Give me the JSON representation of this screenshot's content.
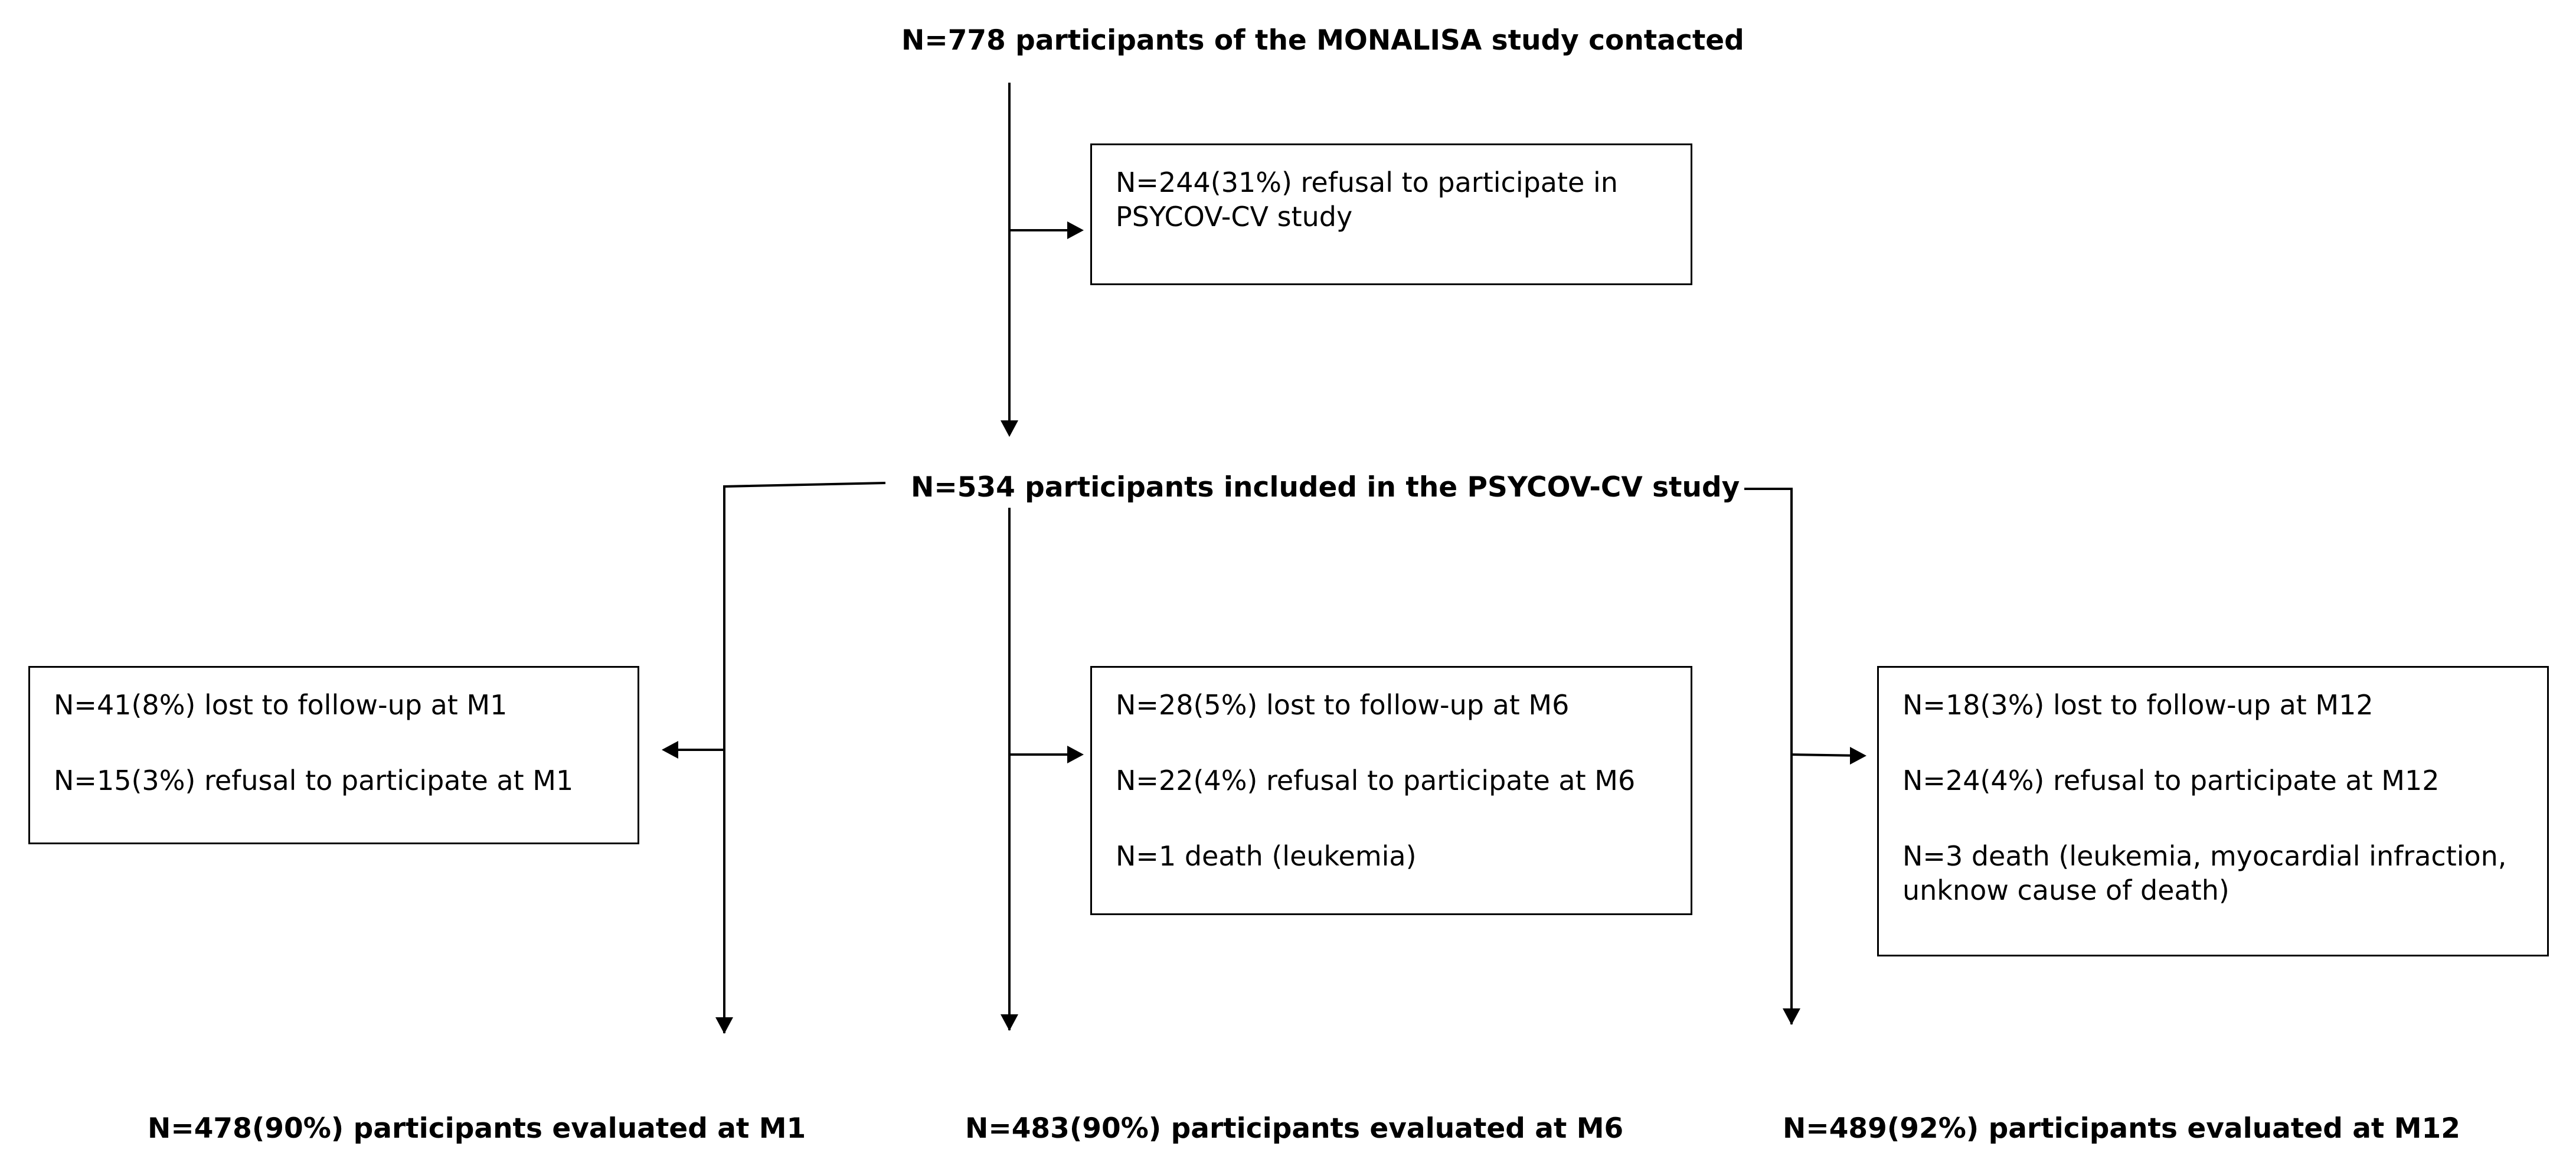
{
  "diagram": {
    "top": "N=778 participants of the MONALISA study contacted",
    "refusal_box": [
      "N=244(31%) refusal to participate in PSYCOV-CV study"
    ],
    "included": "N=534 participants included in the PSYCOV-CV study",
    "m1_box": [
      "N=41(8%) lost to follow-up at M1",
      "N=15(3%) refusal to participate at M1"
    ],
    "m6_box": [
      "N=28(5%) lost to follow-up at M6",
      "N=22(4%) refusal to participate at M6",
      "N=1 death (leukemia)"
    ],
    "m12_box": [
      "N=18(3%) lost to follow-up at M12",
      "N=24(4%) refusal to participate at M12",
      "N=3 death (leukemia, myocardial infraction, unknow cause of death)"
    ],
    "m1_result": "N=478(90%) participants evaluated at M1",
    "m6_result": "N=483(90%) participants evaluated at M6",
    "m12_result": "N=489(92%) participants evaluated at M12"
  }
}
